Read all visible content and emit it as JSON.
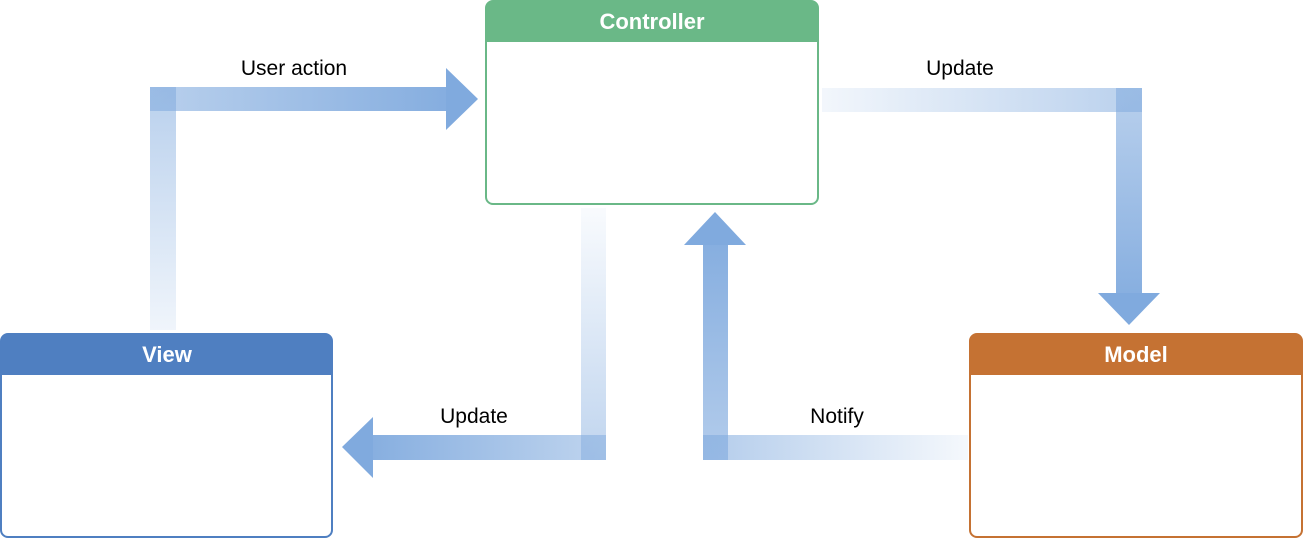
{
  "nodes": {
    "controller": {
      "title": "Controller",
      "color": "#6ab887"
    },
    "view": {
      "title": "View",
      "color": "#4f7fc1"
    },
    "model": {
      "title": "Model",
      "color": "#c57233"
    }
  },
  "edges": {
    "user_action": {
      "label": "User action"
    },
    "update_model": {
      "label": "Update"
    },
    "update_view": {
      "label": "Update"
    },
    "notify": {
      "label": "Notify"
    }
  },
  "arrow_color": "#80aade"
}
